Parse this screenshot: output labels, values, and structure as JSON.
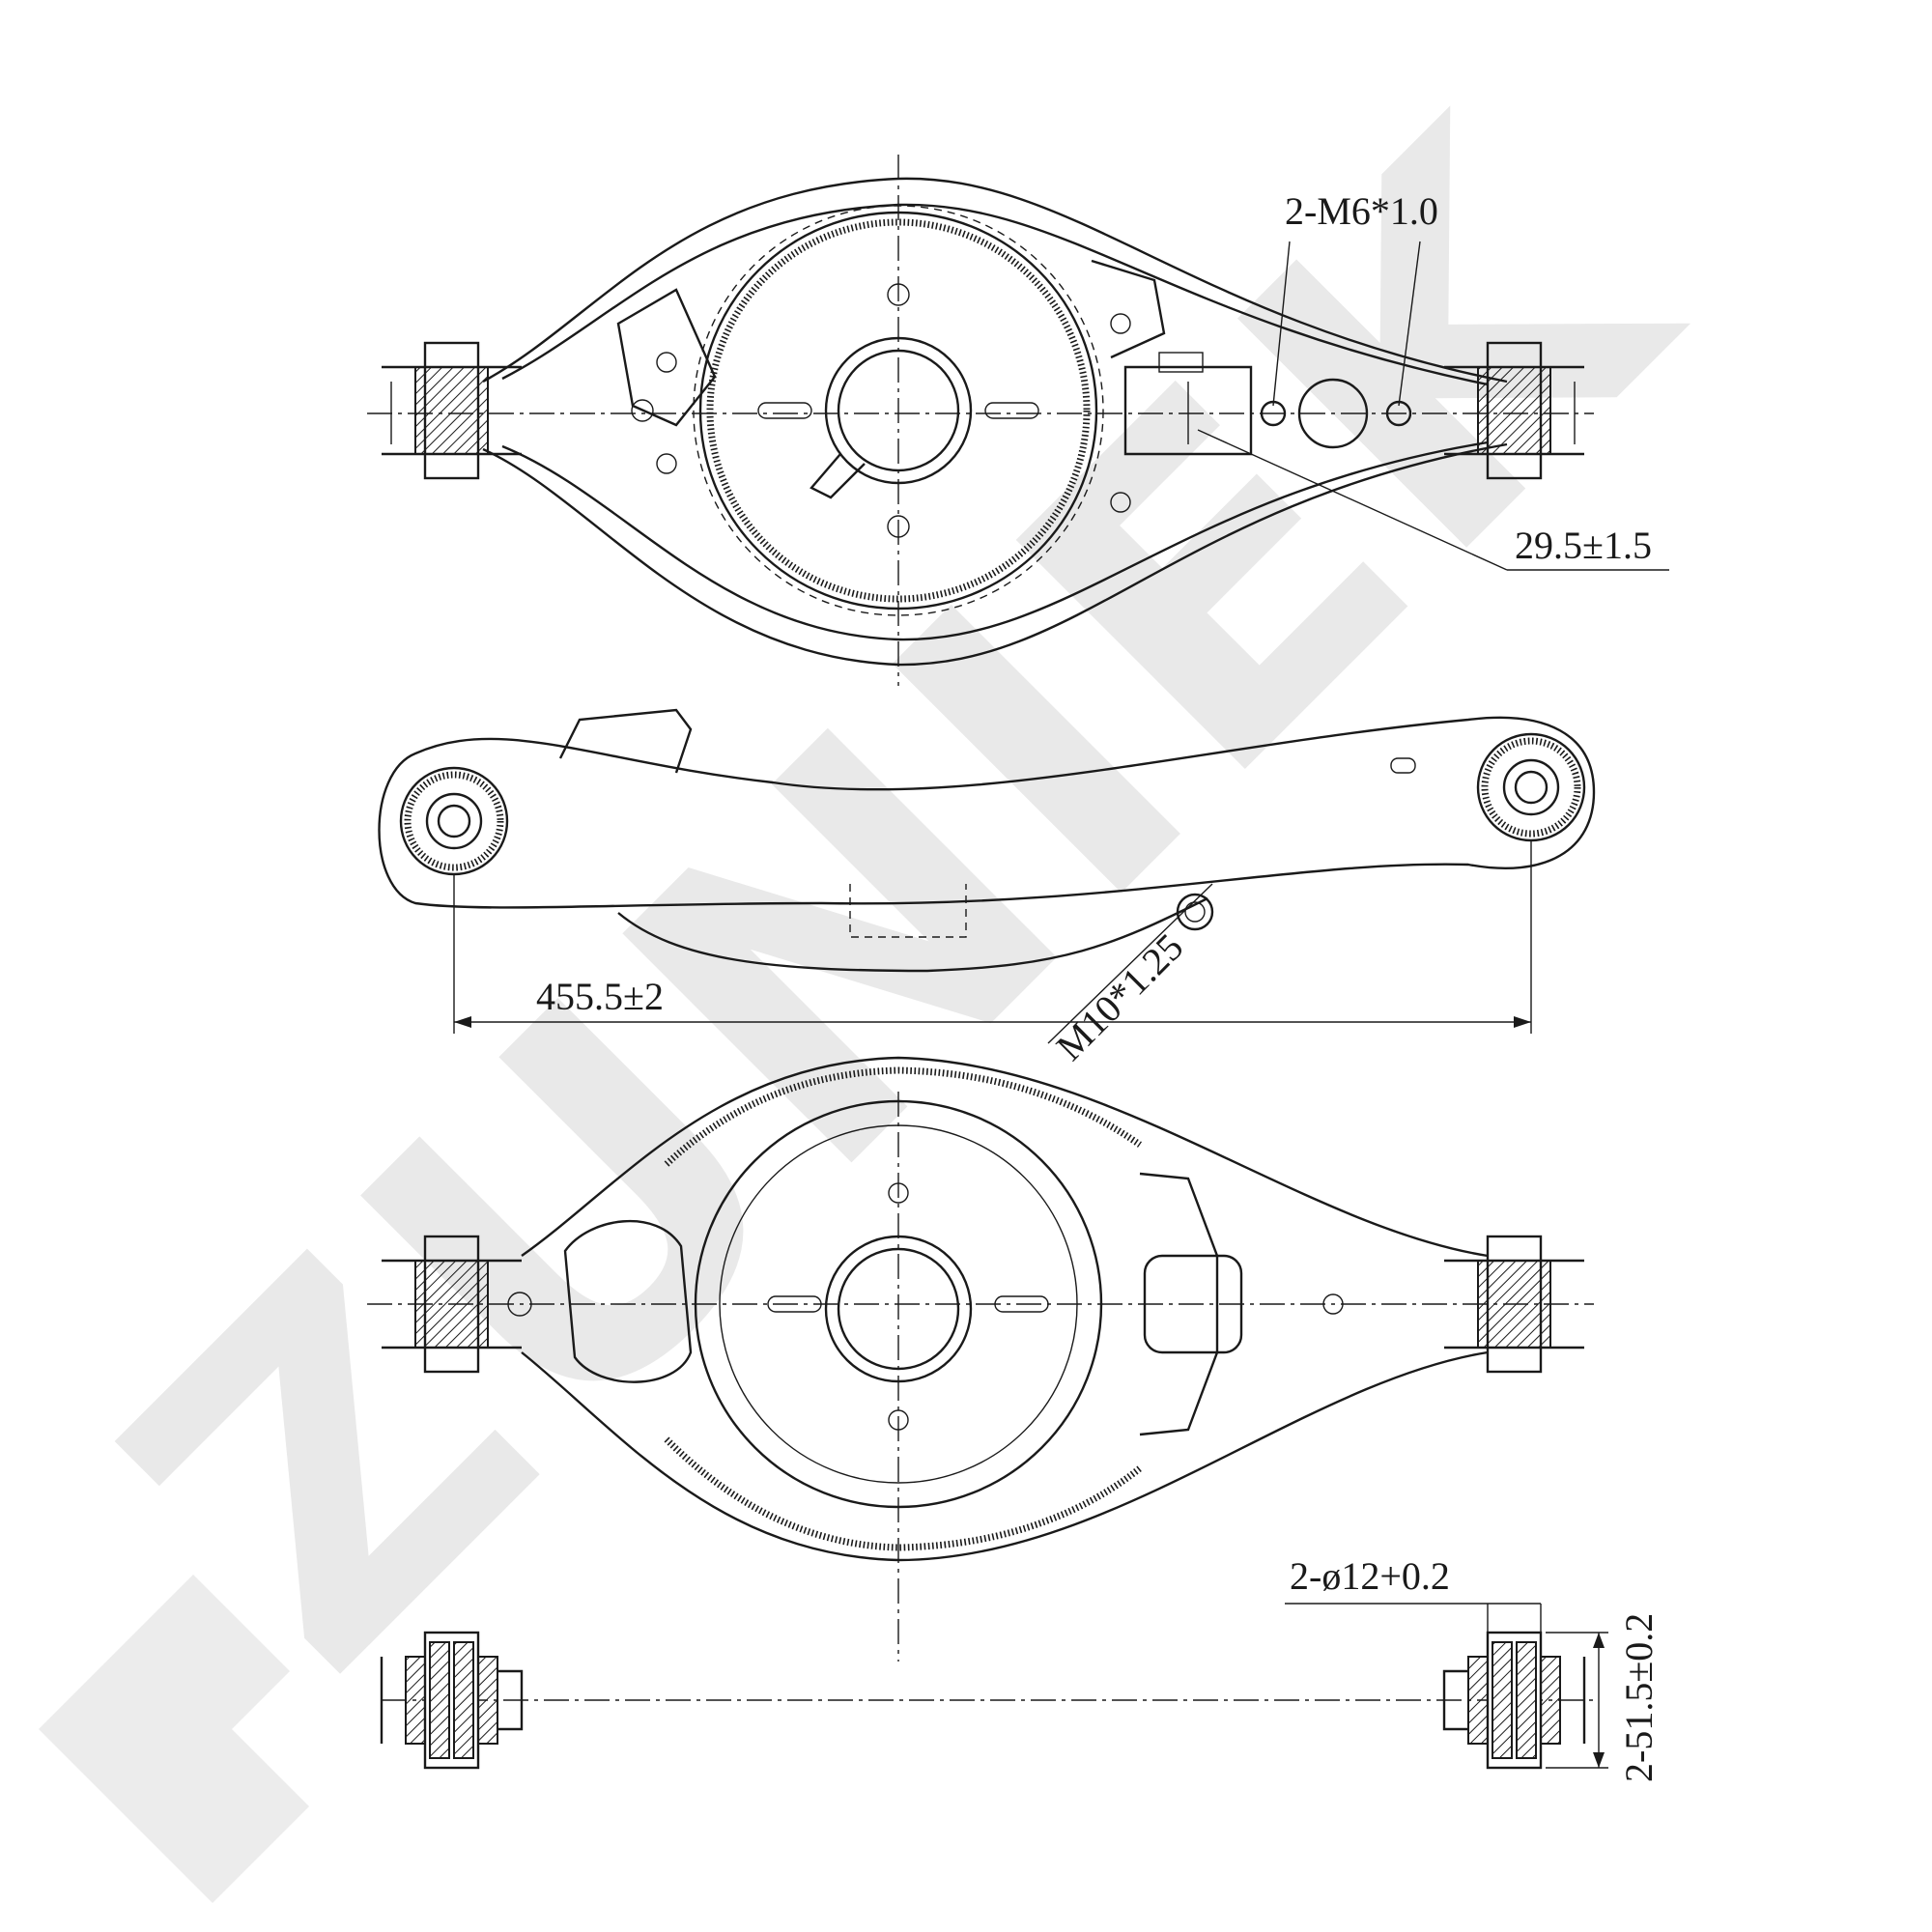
{
  "watermark": {
    "text": "ZUNIEK",
    "color": "#e9e9e9"
  },
  "dimensions": {
    "thread_m6": "2-M6*1.0",
    "offset": "29.5±1.5",
    "length": "455.5±2",
    "thread_m10": "M10*1.25",
    "bore": "2-ø12+0.2",
    "bushing_width": "2-51.5±0.2"
  },
  "colors": {
    "line": "#1a1a1a",
    "background": "#ffffff"
  }
}
